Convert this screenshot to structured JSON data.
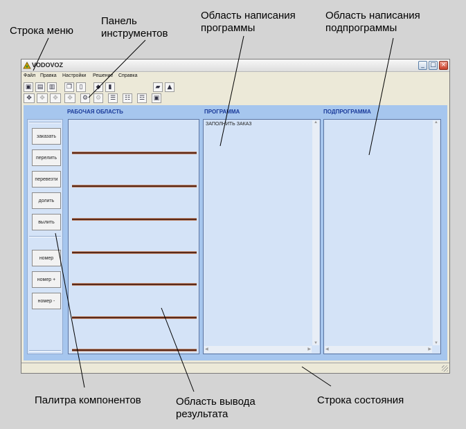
{
  "callouts": {
    "menu_bar": "Строка меню",
    "toolbar": [
      "Панель",
      "инструментов"
    ],
    "program_area": [
      "Область написания",
      "программы"
    ],
    "subprogram_area": [
      "Область написания",
      "подпрограммы"
    ],
    "palette": "Палитра компонентов",
    "result_area": [
      "Область вывода",
      "результата"
    ],
    "status_bar": "Строка состояния"
  },
  "window": {
    "title": "VODOVOZ",
    "controls": {
      "minimize": "_",
      "maximize": "□",
      "close": "×"
    }
  },
  "menu": [
    "Файл",
    "Правка",
    "Настройки",
    "Решение",
    "Справка"
  ],
  "toolbar_icons": {
    "row1": [
      "open-icon",
      "folder-icon",
      "save-icon",
      "copy-icon",
      "new-document-icon",
      "run-icon",
      "document-icon",
      "book-icon",
      "chart-icon"
    ],
    "row2": [
      "add-component-icon",
      "move-left-icon",
      "move-right-icon",
      "remove-component-icon",
      "settings-icon",
      "tasks-icon",
      "list-icon",
      "delete-list-icon",
      "edit-list-icon",
      "save-disk-icon"
    ]
  },
  "panels": {
    "workspace": "РАБОЧАЯ ОБЛАСТЬ",
    "program": "ПРОГРАММА",
    "subprogram": "ПОДПРОГРАММА"
  },
  "palette": {
    "actions": [
      "заказать",
      "перелить",
      "перевезти",
      "долить",
      "вылить"
    ],
    "numbers": [
      "номер",
      "номер +",
      "номер -"
    ]
  },
  "program": {
    "text": "ЗАПОЛНИТЬ ЗАКАЗ"
  },
  "colors": {
    "client_bg": "#a6c6ee",
    "panel_bg": "#d4e3f7",
    "header_text": "#1a3a9a",
    "page_bg": "#d4d4d4"
  }
}
